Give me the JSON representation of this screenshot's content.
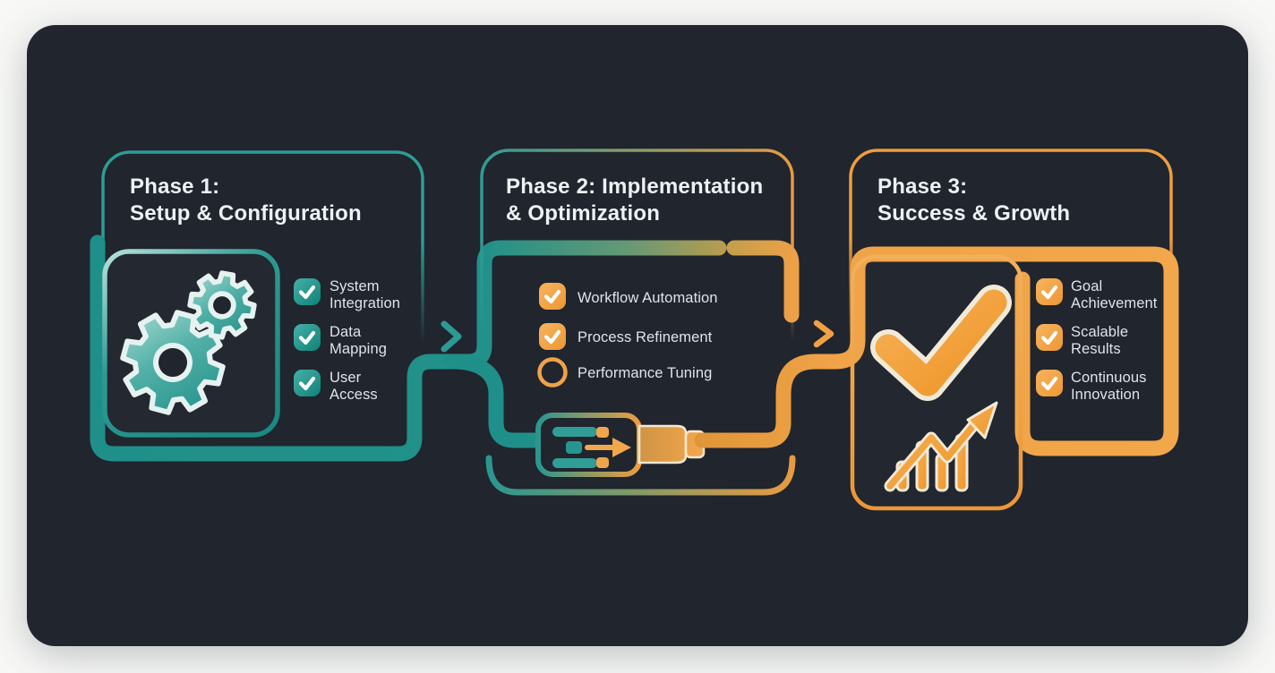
{
  "page": {
    "background": "#f8f9f7",
    "card_background": "#20252e"
  },
  "colors": {
    "teal": "#1f9089",
    "teal_light": "#a8dbd4",
    "orange": "#f0a047",
    "orange_light": "#f6b45f",
    "olive_transition": "#b99c4e",
    "title_text": "#eef1f4",
    "item_text": "#dfe4e9",
    "check_glyph": "#ffffff"
  },
  "phases": [
    {
      "title_line1": "Phase 1:",
      "title_line2": "Setup & Configuration",
      "accent": "teal",
      "icon": "gears",
      "items": [
        {
          "line1": "System",
          "line2": "Integration",
          "checked": true
        },
        {
          "line1": "Data",
          "line2": "Mapping",
          "checked": true
        },
        {
          "line1": "User",
          "line2": "Access",
          "checked": true
        }
      ]
    },
    {
      "title_line1": "Phase 2: Implementation",
      "title_line2": "& Optimization",
      "accent": "teal-to-orange",
      "icon": "data-transfer-connector",
      "items": [
        {
          "line1": "Workflow Automation",
          "checked": true
        },
        {
          "line1": "Process Refinement",
          "checked": true
        },
        {
          "line1": "Performance Tuning",
          "checked": false
        }
      ]
    },
    {
      "title_line1": "Phase 3:",
      "title_line2": "Success & Growth",
      "accent": "orange",
      "icon": "checkmark-and-growth-chart",
      "items": [
        {
          "line1": "Goal",
          "line2": "Achievement",
          "checked": true
        },
        {
          "line1": "Scalable",
          "line2": "Results",
          "checked": true
        },
        {
          "line1": "Continuous",
          "line2": "Innovation",
          "checked": true
        }
      ]
    }
  ]
}
